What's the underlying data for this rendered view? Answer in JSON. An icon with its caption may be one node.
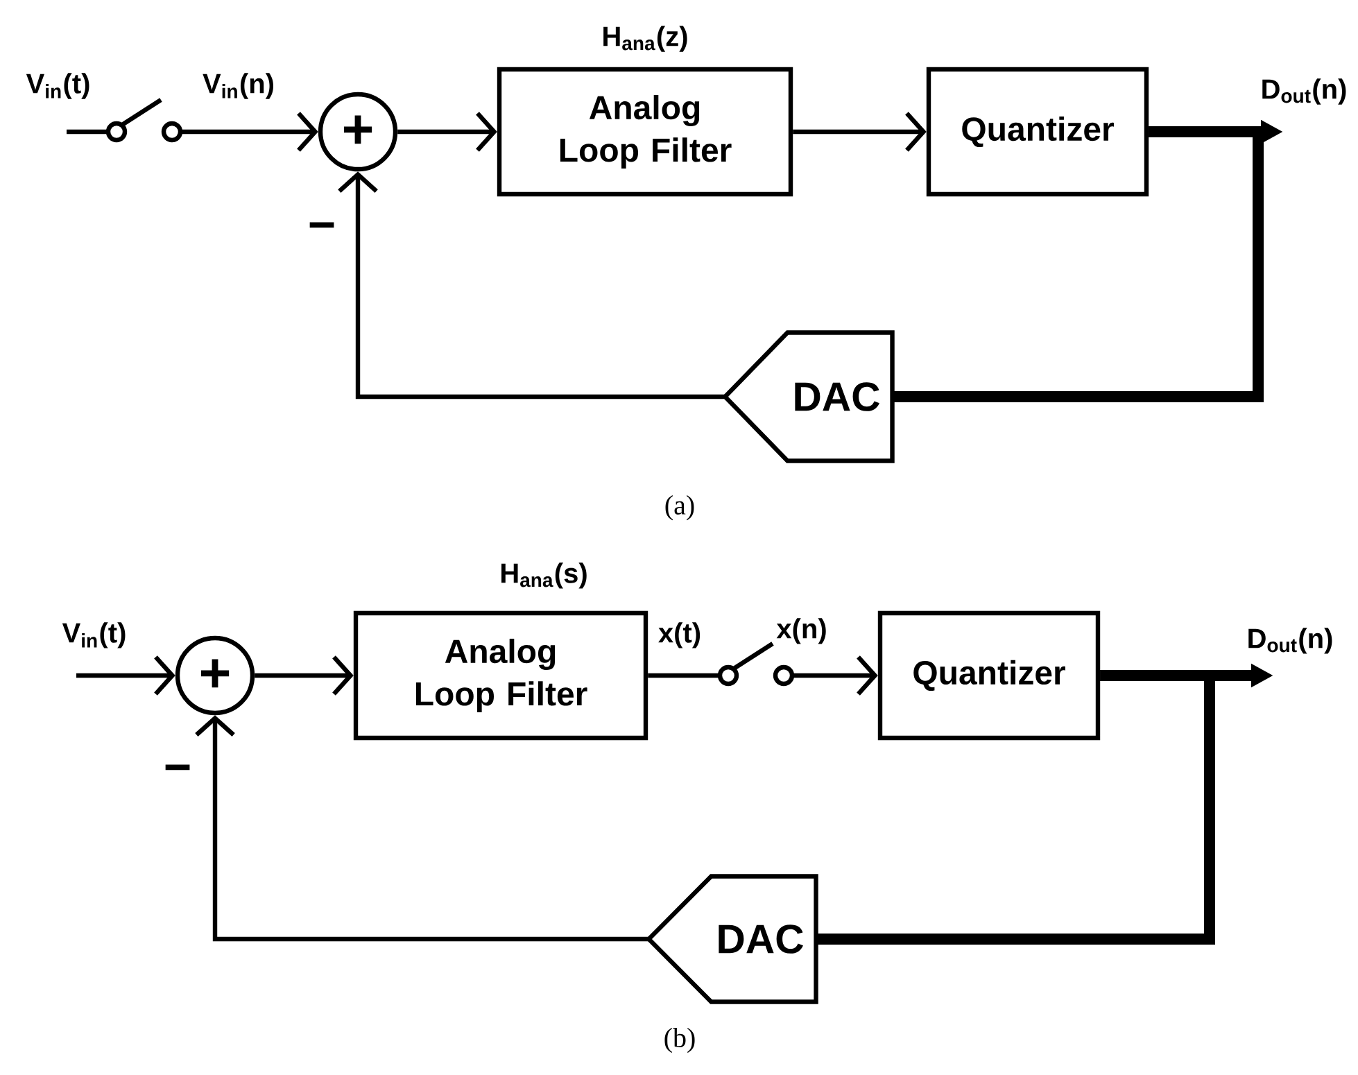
{
  "diagram": {
    "nodes": [
      {
        "text": [],
        "shape": "switch"
      },
      {
        "text": [
          "+"
        ]
      },
      {
        "text": [
          "Analog Loop Filter"
        ],
        "beside": [
          "H$_{ana}$(z)"
        ]
      },
      {
        "text": [
          "Quantizer"
        ]
      },
      {
        "text": [
          "DAC"
        ]
      },
      {
        "text": [
          "+"
        ]
      },
      {
        "text": [
          "Analog Loop Filter"
        ],
        "beside": [
          "H$_{ana}$(s)"
        ]
      },
      {
        "text": [],
        "shape": "switch"
      },
      {
        "text": [
          "Quantizer"
        ]
      },
      {
        "text": [
          "DAC"
        ]
      }
    ],
    "edges": [
      {
        "from": null,
        "to": 0,
        "arrow": "none",
        "label": "V$_{in}$(t)"
      },
      {
        "from": 0,
        "to": 1,
        "arrow": "to",
        "label": "V$_{in}$(n)"
      },
      {
        "from": 1,
        "to": 2,
        "arrow": "to"
      },
      {
        "from": 2,
        "to": 3,
        "arrow": "to"
      },
      {
        "from": 3,
        "to": null,
        "arrow": "to",
        "style": "thick",
        "label": "D$_{out}$(n)"
      },
      {
        "from": 3,
        "to": 4,
        "arrow": "none",
        "style": "thick"
      },
      {
        "from": 4,
        "to": 1,
        "arrow": "to"
      },
      {
        "from": null,
        "to": 5,
        "arrow": "to",
        "label": "V$_{in}$(t)"
      },
      {
        "from": 5,
        "to": 6,
        "arrow": "to"
      },
      {
        "from": 6,
        "to": 7,
        "arrow": "none",
        "label": "x(t)"
      },
      {
        "from": 7,
        "to": 8,
        "arrow": "to",
        "label": "x(n)"
      },
      {
        "from": 8,
        "to": null,
        "arrow": "to",
        "style": "thick",
        "label": "D$_{out}$(n)"
      },
      {
        "from": 8,
        "to": 9,
        "arrow": "none",
        "style": "thick"
      },
      {
        "from": 9,
        "to": 5,
        "arrow": "to"
      }
    ],
    "labels": [
      "−",
      "(a)",
      "−",
      "(b)"
    ]
  }
}
